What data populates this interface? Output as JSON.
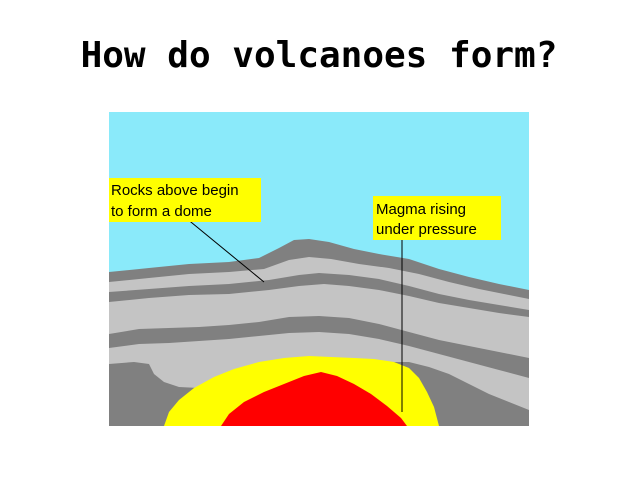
{
  "slide": {
    "title": "How do volcanoes form?"
  },
  "diagram": {
    "callouts": [
      {
        "lines": [
          "Rocks above begin",
          "to form a dome"
        ]
      },
      {
        "lines": [
          "Magma rising",
          "under pressure"
        ]
      }
    ],
    "colors": {
      "sky": "#8aeafa",
      "rock_light": "#c4c4c4",
      "rock_dark": "#808080",
      "magma_outer": "#ffff00",
      "magma_core": "#ff0000",
      "label_box": "#ffff00"
    }
  }
}
